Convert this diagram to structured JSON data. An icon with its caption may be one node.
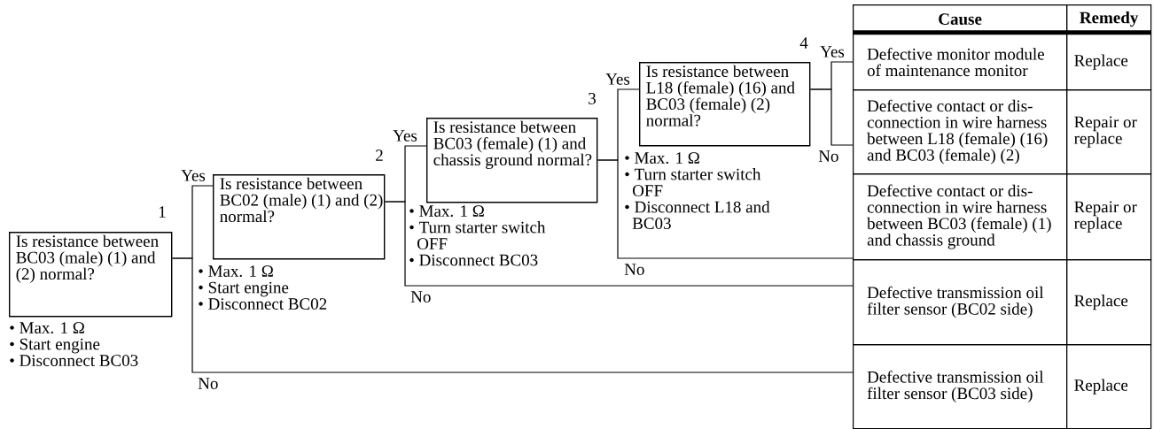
{
  "diagram": {
    "nodes": [
      {
        "text": [
          "Is resistance between BC03 (male) (1) and (2) normal?"
        ],
        "beside": [
          "1",
          "• Max. 1 Ω",
          "• Start engine",
          "• Disconnect BC03"
        ]
      },
      {
        "text": [
          "Is resistance between BC02 (male) (1) and (2) normal?"
        ],
        "beside": [
          "2",
          "• Max. 1 Ω",
          "• Start engine",
          "• Disconnect BC02"
        ]
      },
      {
        "text": [
          "Is resistance between BC03 (female) (1) and chassis ground normal?"
        ],
        "beside": [
          "3",
          "• Max. 1 Ω",
          "• Turn starter switch OFF",
          "• Disconnect BC03"
        ]
      },
      {
        "text": [
          "Is resistance between L18 (female) (16) and BC03 (female) (2) normal?"
        ],
        "beside": [
          "4",
          "• Max. 1 Ω",
          "• Turn starter switch OFF",
          "• Disconnect L18 and BC03"
        ]
      },
      {
        "text": [
          "Defective monitor module of maintenance monitor"
        ]
      },
      {
        "text": [
          "Replace"
        ]
      },
      {
        "text": [
          "Defective contact or dis- connection in wire harness between L18 (female) (16) and BC03 (female) (2)"
        ]
      },
      {
        "text": [
          "Repair or replace"
        ]
      },
      {
        "text": [
          "Defective contact or dis- connection in wire harness between BC03 (female) (1) and chassis ground"
        ]
      },
      {
        "text": [
          "Repair or replace"
        ]
      },
      {
        "text": [
          "Defective transmission oil filter sensor (BC02 side)"
        ]
      },
      {
        "text": [
          "Replace"
        ]
      },
      {
        "text": [
          "Defective transmission oil filter sensor (BC03 side)"
        ]
      },
      {
        "text": [
          "Replace"
        ]
      }
    ],
    "edges": [
      {
        "from": 0,
        "to": 1,
        "arrow": "none",
        "label": "Yes"
      },
      {
        "from": 0,
        "to": 12,
        "arrow": "none",
        "label": "No"
      },
      {
        "from": 1,
        "to": 2,
        "arrow": "none",
        "label": "Yes"
      },
      {
        "from": 1,
        "to": 10,
        "arrow": "none",
        "label": "No"
      },
      {
        "from": 2,
        "to": 3,
        "arrow": "none",
        "label": "Yes"
      },
      {
        "from": 2,
        "to": 8,
        "arrow": "none",
        "label": "No"
      },
      {
        "from": 3,
        "to": 4,
        "arrow": "none",
        "label": "Yes"
      },
      {
        "from": 3,
        "to": 6,
        "arrow": "none",
        "label": "No"
      }
    ],
    "labels": [
      "Cause",
      "Remedy"
    ]
  }
}
